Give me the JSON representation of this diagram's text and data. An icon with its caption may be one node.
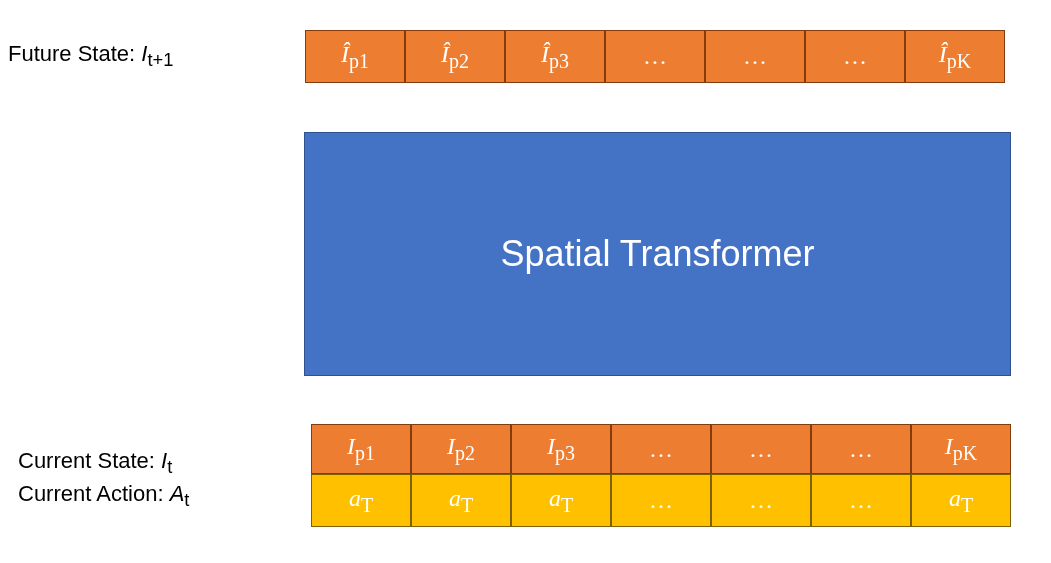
{
  "diagram": {
    "nodes": [
      {
        "text": [
          "*Î*$_{p1}$"
        ]
      },
      {
        "text": [
          "*Î*$_{p2}$"
        ]
      },
      {
        "text": [
          "*Î*$_{p3}$"
        ]
      },
      {
        "text": [
          "…"
        ]
      },
      {
        "text": [
          "…"
        ]
      },
      {
        "text": [
          "…"
        ]
      },
      {
        "text": [
          "*Î*$_{pK}$"
        ]
      },
      {
        "text": [
          "Spatial Transformer"
        ]
      },
      {
        "text": [
          "*I*$_{p1}$"
        ]
      },
      {
        "text": [
          "*I*$_{p2}$"
        ]
      },
      {
        "text": [
          "*I*$_{p3}$"
        ]
      },
      {
        "text": [
          "…"
        ]
      },
      {
        "text": [
          "…"
        ]
      },
      {
        "text": [
          "…"
        ]
      },
      {
        "text": [
          "*I*$_{pK}$"
        ]
      },
      {
        "text": [
          "*a*$_{T}$"
        ]
      },
      {
        "text": [
          "*a*$_{T}$"
        ]
      },
      {
        "text": [
          "*a*$_{T}$"
        ]
      },
      {
        "text": [
          "…"
        ]
      },
      {
        "text": [
          "…"
        ]
      },
      {
        "text": [
          "…"
        ]
      },
      {
        "text": [
          "*a*$_{T}$"
        ]
      }
    ],
    "edges": [],
    "labels": [
      "Future State: *I*$_{t+1}$",
      "Current State: *I*$_{t}$",
      "Current Action: *A*$_{t}$"
    ]
  }
}
